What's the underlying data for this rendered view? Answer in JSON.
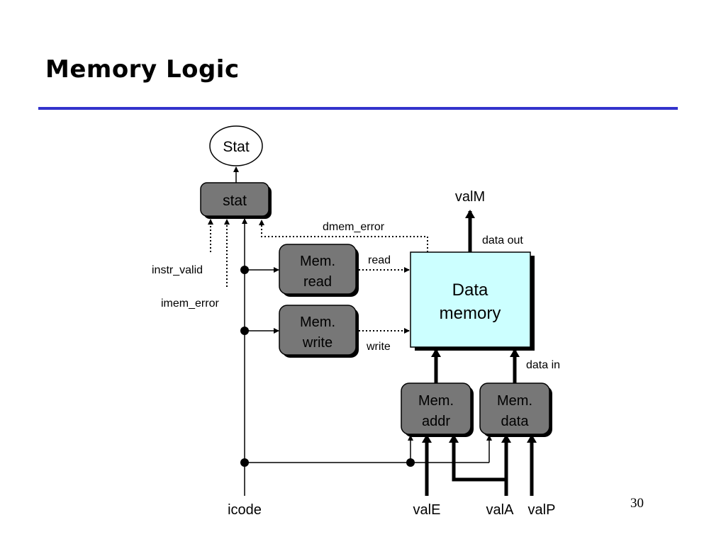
{
  "slide": {
    "title": "Memory Logic",
    "page_number": "30"
  },
  "diagram": {
    "stat_output": "Stat",
    "blocks": {
      "stat": "stat",
      "mem_read": [
        "Mem.",
        "read"
      ],
      "mem_write": [
        "Mem.",
        "write"
      ],
      "data_memory": [
        "Data",
        "memory"
      ],
      "mem_addr": [
        "Mem.",
        "addr"
      ],
      "mem_data": [
        "Mem.",
        "data"
      ]
    },
    "signals": {
      "valM": "valM",
      "data_out": "data out",
      "data_in": "data in",
      "dmem_error": "dmem_error",
      "read": "read",
      "write": "write",
      "instr_valid": "instr_valid",
      "imem_error": "imem_error",
      "icode": "icode",
      "valE": "valE",
      "valA": "valA",
      "valP": "valP"
    },
    "colors": {
      "control_block": "#777777",
      "data_memory_fill": "#ccffff",
      "rule": "#3333cc"
    }
  }
}
